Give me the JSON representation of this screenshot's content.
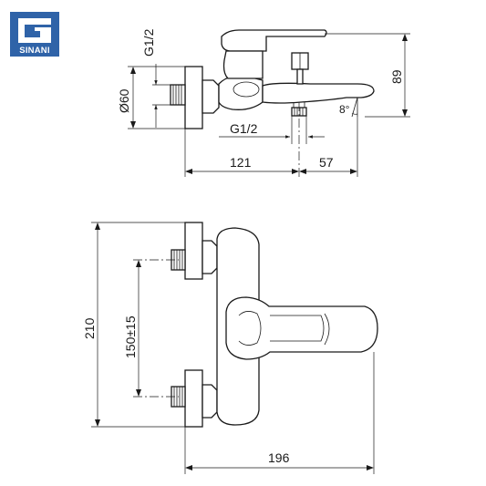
{
  "brand": {
    "name": "SINANI",
    "color": "#2f63a8"
  },
  "drawing": {
    "side_view": {
      "thread_top": "G1/2",
      "diameter": "Ø60",
      "height": "89",
      "thread_bottom": "G1/2",
      "length_left": "121",
      "length_right": "57",
      "angle": "8°"
    },
    "front_view": {
      "height_total": "210",
      "center_distance": "150±15",
      "width_total": "196"
    }
  }
}
